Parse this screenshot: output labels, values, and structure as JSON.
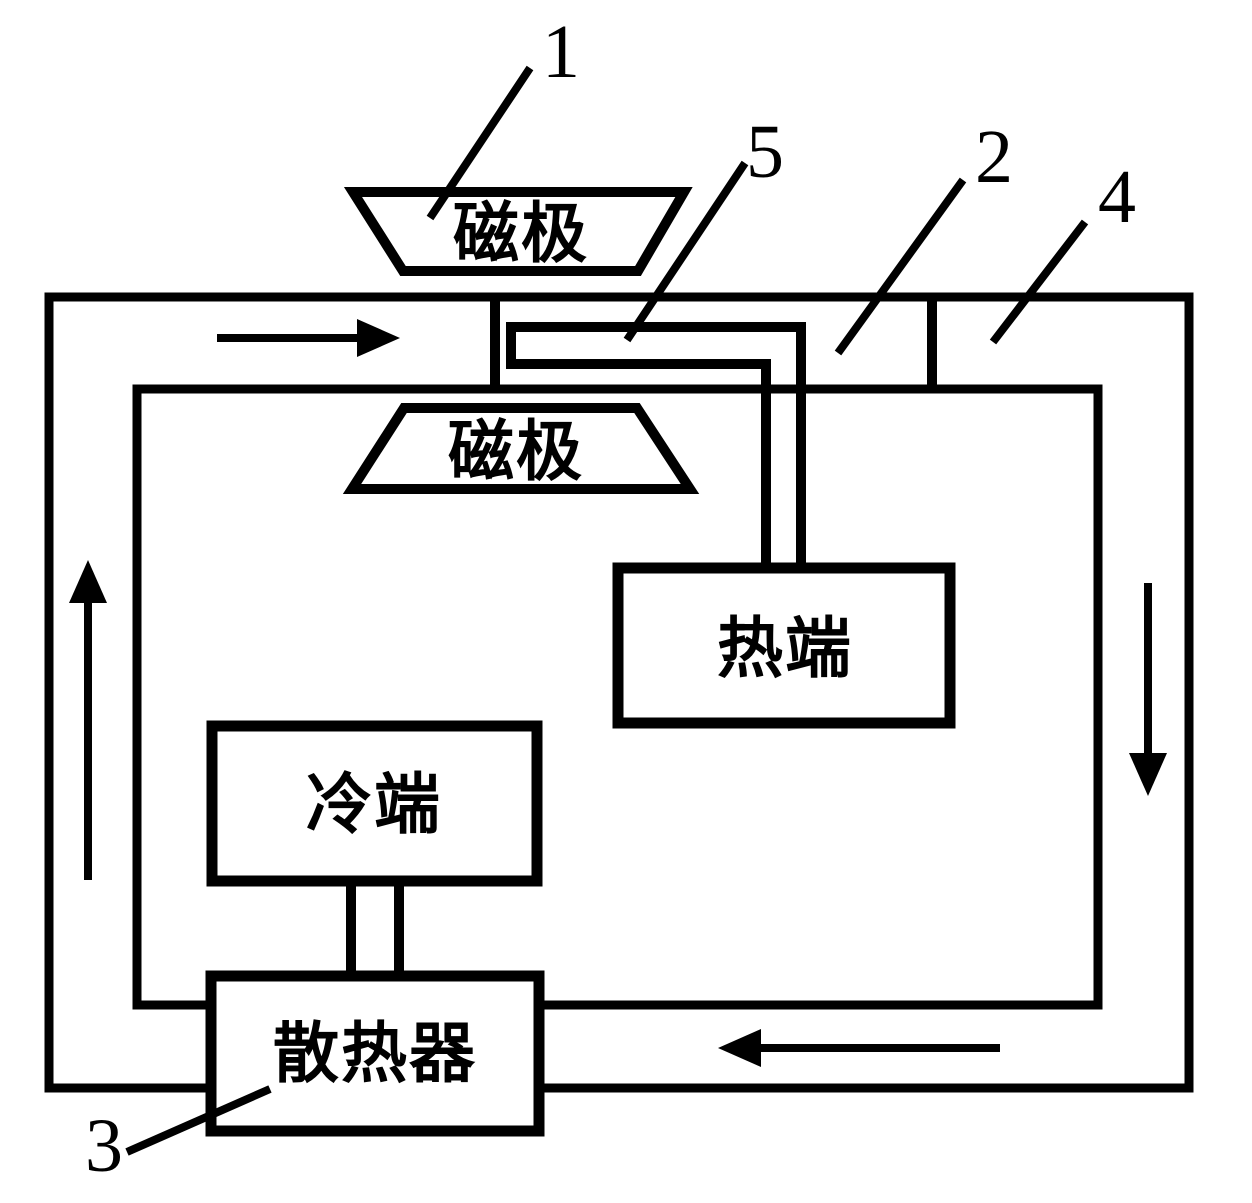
{
  "figure": {
    "title_semantic": "magnetic-pole thermal circulation diagram",
    "colors": {
      "ink": "#000000",
      "background": "#ffffff"
    },
    "blocks": {
      "magnetic_pole_top": "磁极",
      "magnetic_pole_inner": "磁极",
      "hot_end": "热端",
      "cold_end": "冷端",
      "radiator": "散热器"
    },
    "callouts": {
      "c1": "1",
      "c2": "2",
      "c3": "3",
      "c4": "4",
      "c5": "5"
    }
  }
}
